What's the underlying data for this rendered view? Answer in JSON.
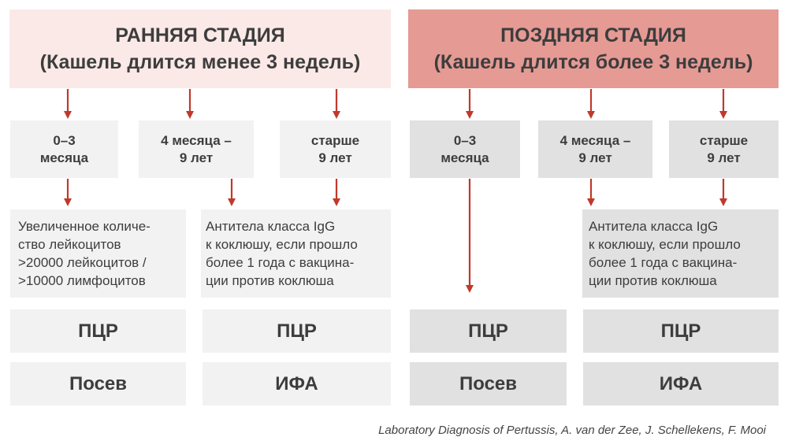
{
  "early": {
    "title": "РАННЯЯ СТАДИЯ",
    "subtitle": "(Кашель длится менее 3 недель)",
    "ages": [
      [
        "0–3",
        "месяца"
      ],
      [
        "4 месяца –",
        "9 лет"
      ],
      [
        "старше",
        "9 лет"
      ]
    ],
    "desc_leuko": [
      "Увеличенное  количе-",
      "ство лейкоцитов",
      ">20000 лейкоцитов /",
      ">10000 лимфоцитов"
    ],
    "desc_igg": [
      "Антитела класса IgG",
      "к коклюшу, если прошло",
      "более 1 года с вакцина-",
      "ции против коклюша"
    ],
    "method_pcr_1": "ПЦР",
    "method_pcr_2": "ПЦР",
    "method_culture": "Посев",
    "method_ifa": "ИФА"
  },
  "late": {
    "title": "ПОЗДНЯЯ СТАДИЯ",
    "subtitle": "(Кашель длится более 3 недель)",
    "ages": [
      [
        "0–3",
        "месяца"
      ],
      [
        "4 месяца –",
        "9 лет"
      ],
      [
        "старше",
        "9 лет"
      ]
    ],
    "desc_igg": [
      "Антитела класса IgG",
      "к коклюшу, если прошло",
      "более 1 года с вакцина-",
      "ции против коклюша"
    ],
    "method_pcr_1": "ПЦР",
    "method_pcr_2": "ПЦР",
    "method_culture": "Посев",
    "method_ifa": "ИФА"
  },
  "citation": "Laboratory Diagnosis of Pertussis, A. van der Zee, J. Schellekens, F. Mooi",
  "colors": {
    "early_header": "#fae9e7",
    "late_header": "#e59a94",
    "arrow": "#c0392b",
    "light_box": "#f2f2f2",
    "dark_box": "#e1e1e1"
  }
}
